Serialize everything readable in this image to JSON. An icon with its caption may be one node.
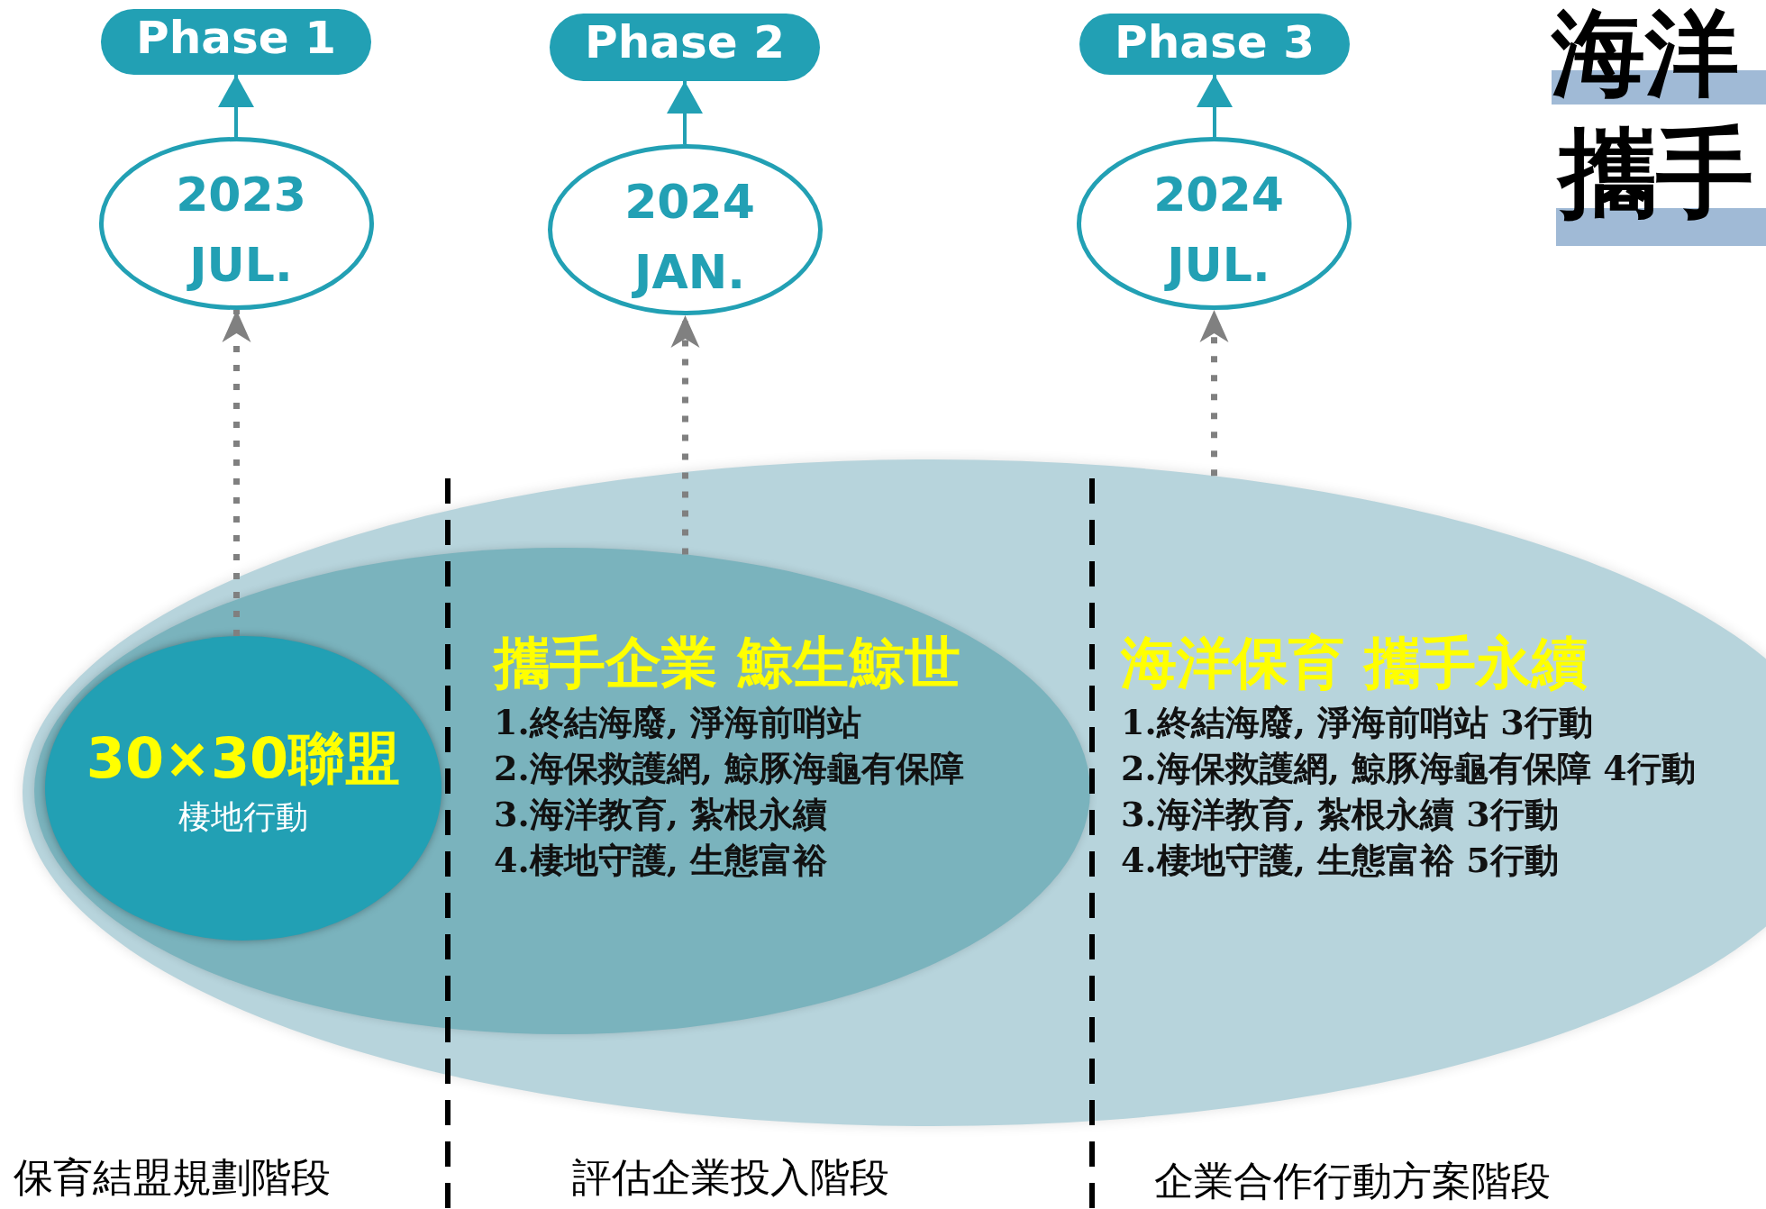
{
  "diagram": {
    "nodes": [
      {
        "text": [
          "Phase 1"
        ]
      },
      {
        "text": [
          "2023",
          "JUL."
        ]
      },
      {
        "text": [
          "Phase 2"
        ]
      },
      {
        "text": [
          "2024",
          "JAN."
        ]
      },
      {
        "text": [
          "Phase 3"
        ]
      },
      {
        "text": [
          "2024",
          "JUL."
        ]
      },
      {
        "text": [
          "海洋保育 攜手永續",
          "1.終結海廢, 淨海前哨站 3行動",
          "2.海保救護網, 鯨豚海龜有保障 4行動",
          "3.海洋教育, 紮根永續 3行動",
          "4.棲地守護, 生態富裕 5行動"
        ]
      },
      {
        "text": [
          "攜手企業 鯨生鯨世",
          "1.終結海廢, 淨海前哨站",
          "2.海保救護網, 鯨豚海龜有保障",
          "3.海洋教育, 紮根永續",
          "4.棲地守護, 生態富裕"
        ],
        "in": 6
      },
      {
        "text": [
          "30×30聯盟",
          "棲地行動"
        ],
        "in": 7
      }
    ],
    "edges": [
      {
        "from": 1,
        "to": 0,
        "arrow": "to",
        "color": "#22a0b4"
      },
      {
        "from": 3,
        "to": 2,
        "arrow": "to",
        "color": "#22a0b4"
      },
      {
        "from": 5,
        "to": 4,
        "arrow": "to",
        "color": "#22a0b4"
      },
      {
        "from": 8,
        "to": 1,
        "arrow": "to",
        "style": "dashed",
        "color": "#808080"
      },
      {
        "from": 7,
        "to": 3,
        "arrow": "to",
        "style": "dashed",
        "color": "#808080"
      },
      {
        "from": 6,
        "to": 5,
        "arrow": "to",
        "style": "dashed",
        "color": "#808080"
      }
    ],
    "labels": [
      "海洋",
      "攜手",
      "保育結盟規劃階段",
      "評估企業投入階段",
      "企業合作行動方案階段"
    ]
  }
}
